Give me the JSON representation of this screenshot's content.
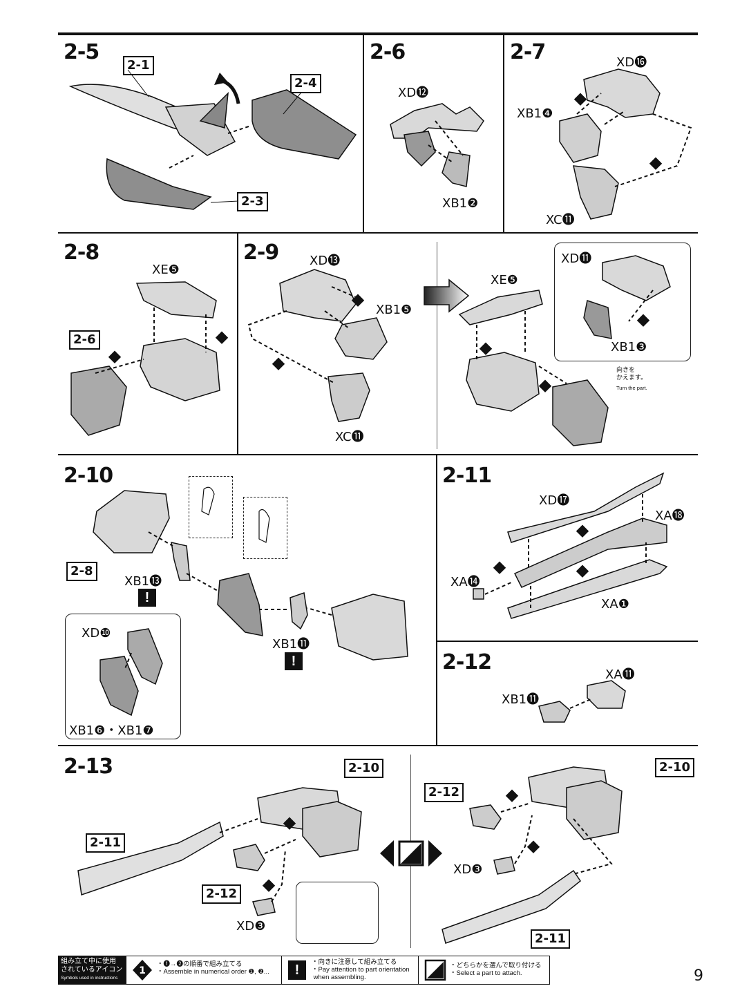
{
  "steps": {
    "s2_5": {
      "label": "2-5",
      "refs": [
        "2-1",
        "2-4",
        "2-3"
      ]
    },
    "s2_6": {
      "label": "2-6",
      "parts": [
        "XD⓬",
        "XB1❷"
      ]
    },
    "s2_7": {
      "label": "2-7",
      "parts": [
        "XD⓰",
        "XB1❹",
        "XC⓫"
      ]
    },
    "s2_8": {
      "label": "2-8",
      "parts": [
        "XE❺"
      ],
      "refs": [
        "2-6"
      ]
    },
    "s2_9": {
      "label": "2-9",
      "parts": [
        "XD⓭",
        "XB1❺",
        "XC⓫",
        "XE❺",
        "XD⓫",
        "XB1❸"
      ],
      "note_jp": "向きを\nかえます。",
      "note_en": "Turn the part."
    },
    "s2_10": {
      "label": "2-10",
      "parts": [
        "XB1⓭",
        "XB1⓫",
        "XD❿",
        "XB1❻・XB1❼"
      ],
      "refs": [
        "2-8"
      ]
    },
    "s2_11": {
      "label": "2-11",
      "parts": [
        "XD⓱",
        "XA⓲",
        "XA⓮",
        "XA❶"
      ]
    },
    "s2_12": {
      "label": "2-12",
      "parts": [
        "XA⓫",
        "XB1⓫"
      ]
    },
    "s2_13": {
      "label": "2-13",
      "parts": [
        "XD❸"
      ],
      "refs": [
        "2-10",
        "2-11",
        "2-12"
      ]
    }
  },
  "legend": {
    "title_jp": "組み立て中に使用\nされているアイコン",
    "title_en": "Symbols used in instructions",
    "item1_jp": "・❶→❷の順番で組み立てる",
    "item1_en": "・Assemble in numerical order ❶, ❷...",
    "item2_jp": "・向きに注意して組み立てる",
    "item2_en": "・Pay attention to part orientation\n when assembling.",
    "item3_jp": "・どちらかを選んで取り付ける",
    "item3_en": "・Select a part to attach."
  },
  "page_number": "9",
  "colors": {
    "ink": "#111111",
    "part_fill": "#d9d9d9",
    "part_dark": "#8a8a8a"
  }
}
